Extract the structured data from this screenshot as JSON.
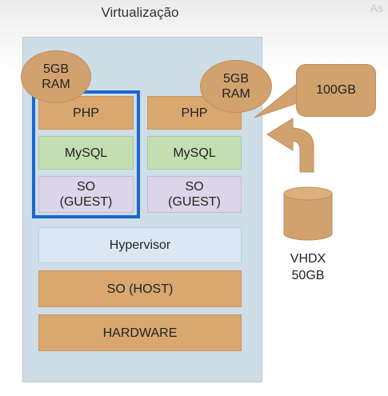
{
  "title": "Virtualização",
  "corner_text": "As",
  "vm1": {
    "ram": "5GB\nRAM",
    "app": "PHP",
    "db": "MySQL",
    "os": "SO\n(GUEST)"
  },
  "vm2": {
    "ram": "5GB\nRAM",
    "app": "PHP",
    "db": "MySQL",
    "os": "SO\n(GUEST)"
  },
  "hypervisor": "Hypervisor",
  "host_os": "SO (HOST)",
  "hardware": "HARDWARE",
  "disk_callout": "100GB",
  "vhdx": "VHDX\n50GB",
  "colors": {
    "panel": "#cfdde7",
    "tan": "#d8a870",
    "green": "#c3deb0",
    "lavender": "#dcd4e8",
    "hypervisor": "#dbe8f4",
    "selection": "#1a66cc"
  }
}
